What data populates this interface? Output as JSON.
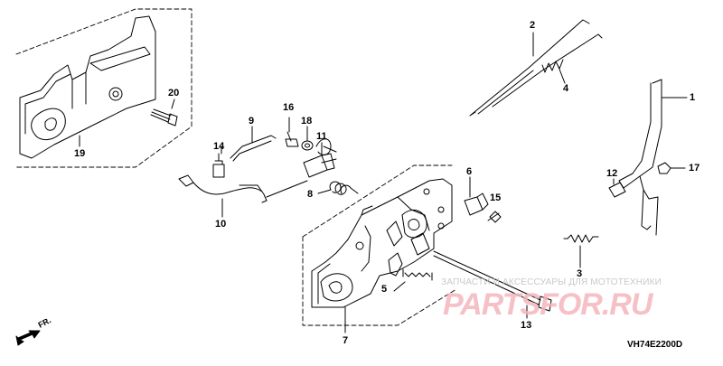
{
  "diagram": {
    "part_labels": [
      {
        "id": "p1",
        "text": "1"
      },
      {
        "id": "p2",
        "text": "2"
      },
      {
        "id": "p3",
        "text": "3"
      },
      {
        "id": "p4",
        "text": "4"
      },
      {
        "id": "p5",
        "text": "5"
      },
      {
        "id": "p6",
        "text": "6"
      },
      {
        "id": "p7",
        "text": "7"
      },
      {
        "id": "p8",
        "text": "8"
      },
      {
        "id": "p9",
        "text": "9"
      },
      {
        "id": "p10",
        "text": "10"
      },
      {
        "id": "p11",
        "text": "11"
      },
      {
        "id": "p12",
        "text": "12"
      },
      {
        "id": "p13",
        "text": "13"
      },
      {
        "id": "p14",
        "text": "14"
      },
      {
        "id": "p15",
        "text": "15"
      },
      {
        "id": "p16",
        "text": "16"
      },
      {
        "id": "p17",
        "text": "17"
      },
      {
        "id": "p18",
        "text": "18"
      },
      {
        "id": "p19",
        "text": "19"
      },
      {
        "id": "p20",
        "text": "20"
      }
    ],
    "direction_label": "FR.",
    "drawing_code": "VH74E2200D"
  },
  "watermark": {
    "tagline": "ЗАПЧАСТИ И АКСЕССУАРЫ ДЛЯ МОТОТЕХНИКИ",
    "logo": "PARTSFOR.RU"
  },
  "colors": {
    "line": "#000000",
    "watermark_text": "#c9c9c9",
    "watermark_logo": "#f4b6bd"
  }
}
